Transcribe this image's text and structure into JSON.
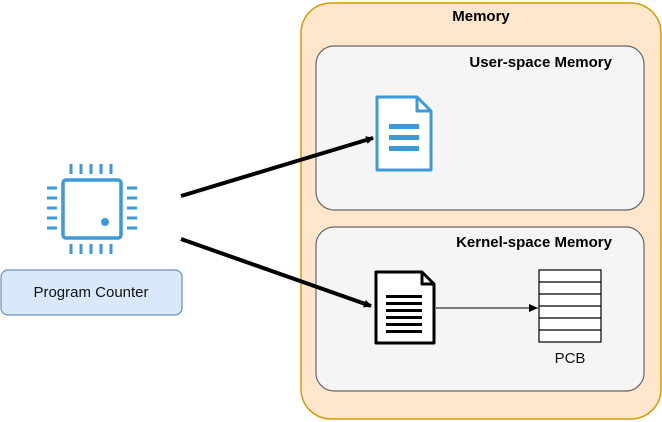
{
  "memory": {
    "title": "Memory",
    "fill": "#FFE6CC",
    "stroke": "#D79B00"
  },
  "user_space": {
    "title": "User-space Memory",
    "fill": "#F5F5F5",
    "stroke": "#666666",
    "icon": "document-icon",
    "icon_color": "#3C9AD8"
  },
  "kernel_space": {
    "title": "Kernel-space Memory",
    "fill": "#F5F5F5",
    "stroke": "#666666",
    "icon": "document-icon",
    "pcb_label": "PCB"
  },
  "cpu": {
    "icon": "cpu-chip-icon",
    "icon_color": "#3C9AD8",
    "label": "Program Counter",
    "label_fill": "#DAE8FC",
    "label_stroke": "#6C8EBF"
  }
}
